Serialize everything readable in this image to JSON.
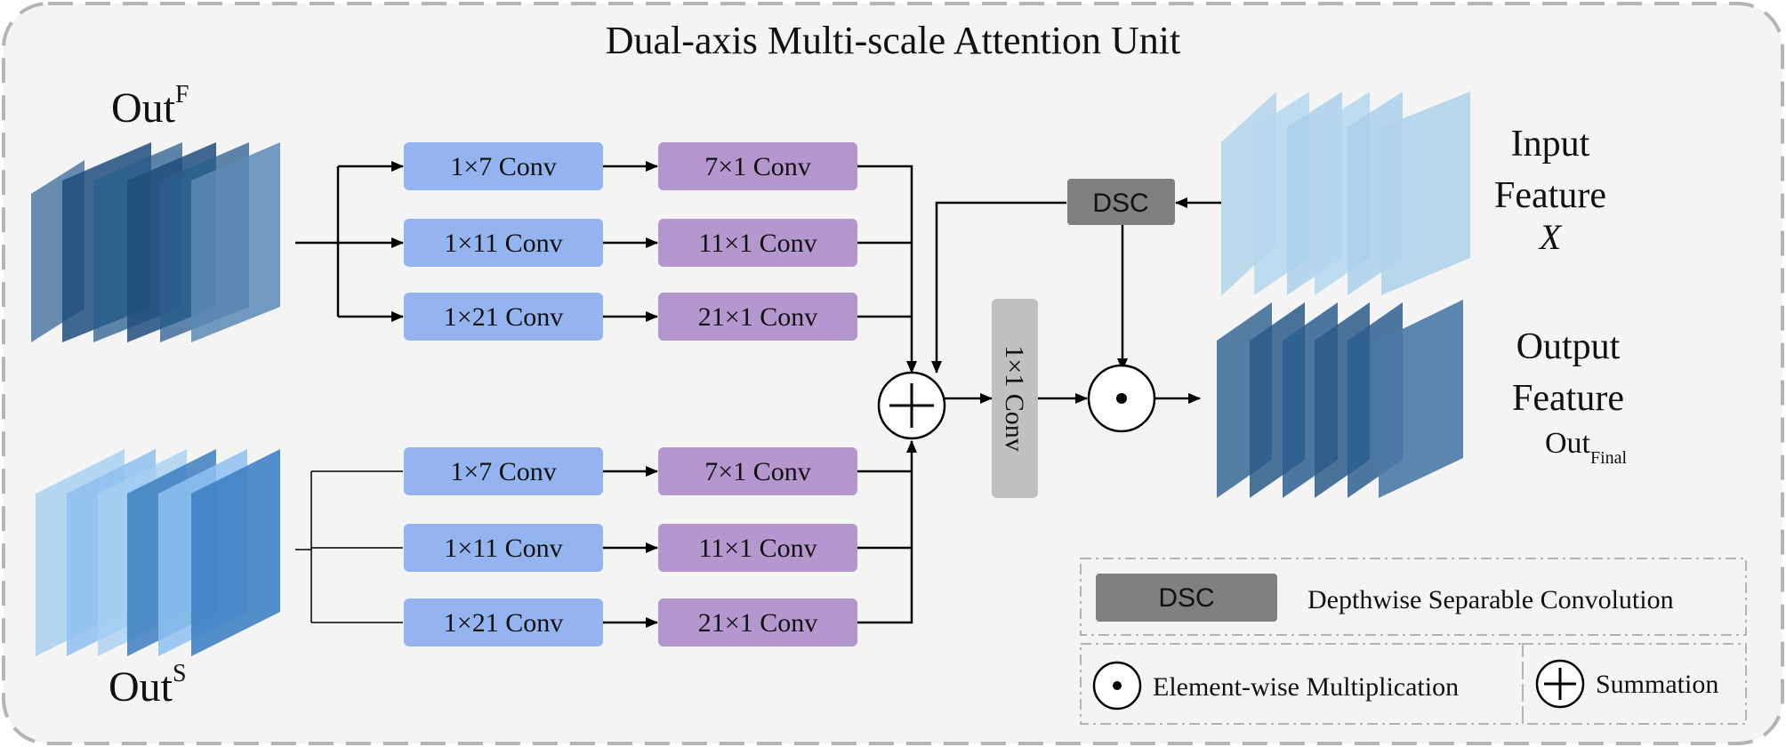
{
  "title": "Dual-axis Multi-scale Attention Unit",
  "out_f": {
    "base": "Out",
    "sup": "F"
  },
  "out_s": {
    "base": "Out",
    "sup": "S"
  },
  "top_branches": [
    {
      "h": "1×7 Conv",
      "v": "7×1 Conv"
    },
    {
      "h": "1×11 Conv",
      "v": "11×1 Conv"
    },
    {
      "h": "1×21 Conv",
      "v": "21×1 Conv"
    }
  ],
  "bottom_branches": [
    {
      "h": "1×7 Conv",
      "v": "7×1 Conv"
    },
    {
      "h": "1×11 Conv",
      "v": "11×1 Conv"
    },
    {
      "h": "1×21 Conv",
      "v": "21×1 Conv"
    }
  ],
  "dsc_label": "DSC",
  "conv1x1_label": "1×1 Conv",
  "input_feature": {
    "line1": "Input",
    "line2": "Feature",
    "symbol": "X"
  },
  "output_feature": {
    "line1": "Output",
    "line2": "Feature",
    "base": "Out",
    "sub": "Final"
  },
  "legend": {
    "dsc_box": "DSC",
    "dsc_text": "Depthwise Separable Convolution",
    "mult_text": "Element-wise Multiplication",
    "sum_text": "Summation"
  },
  "colors": {
    "h_conv": "#94b4f0",
    "v_conv": "#b497cf",
    "dsc": "#808080",
    "conv1x1": "#c0c0c0",
    "stack_dark": "#2b5f8f",
    "stack_light": "#a9d0ea",
    "stack_blue": "#6fa9e6"
  }
}
